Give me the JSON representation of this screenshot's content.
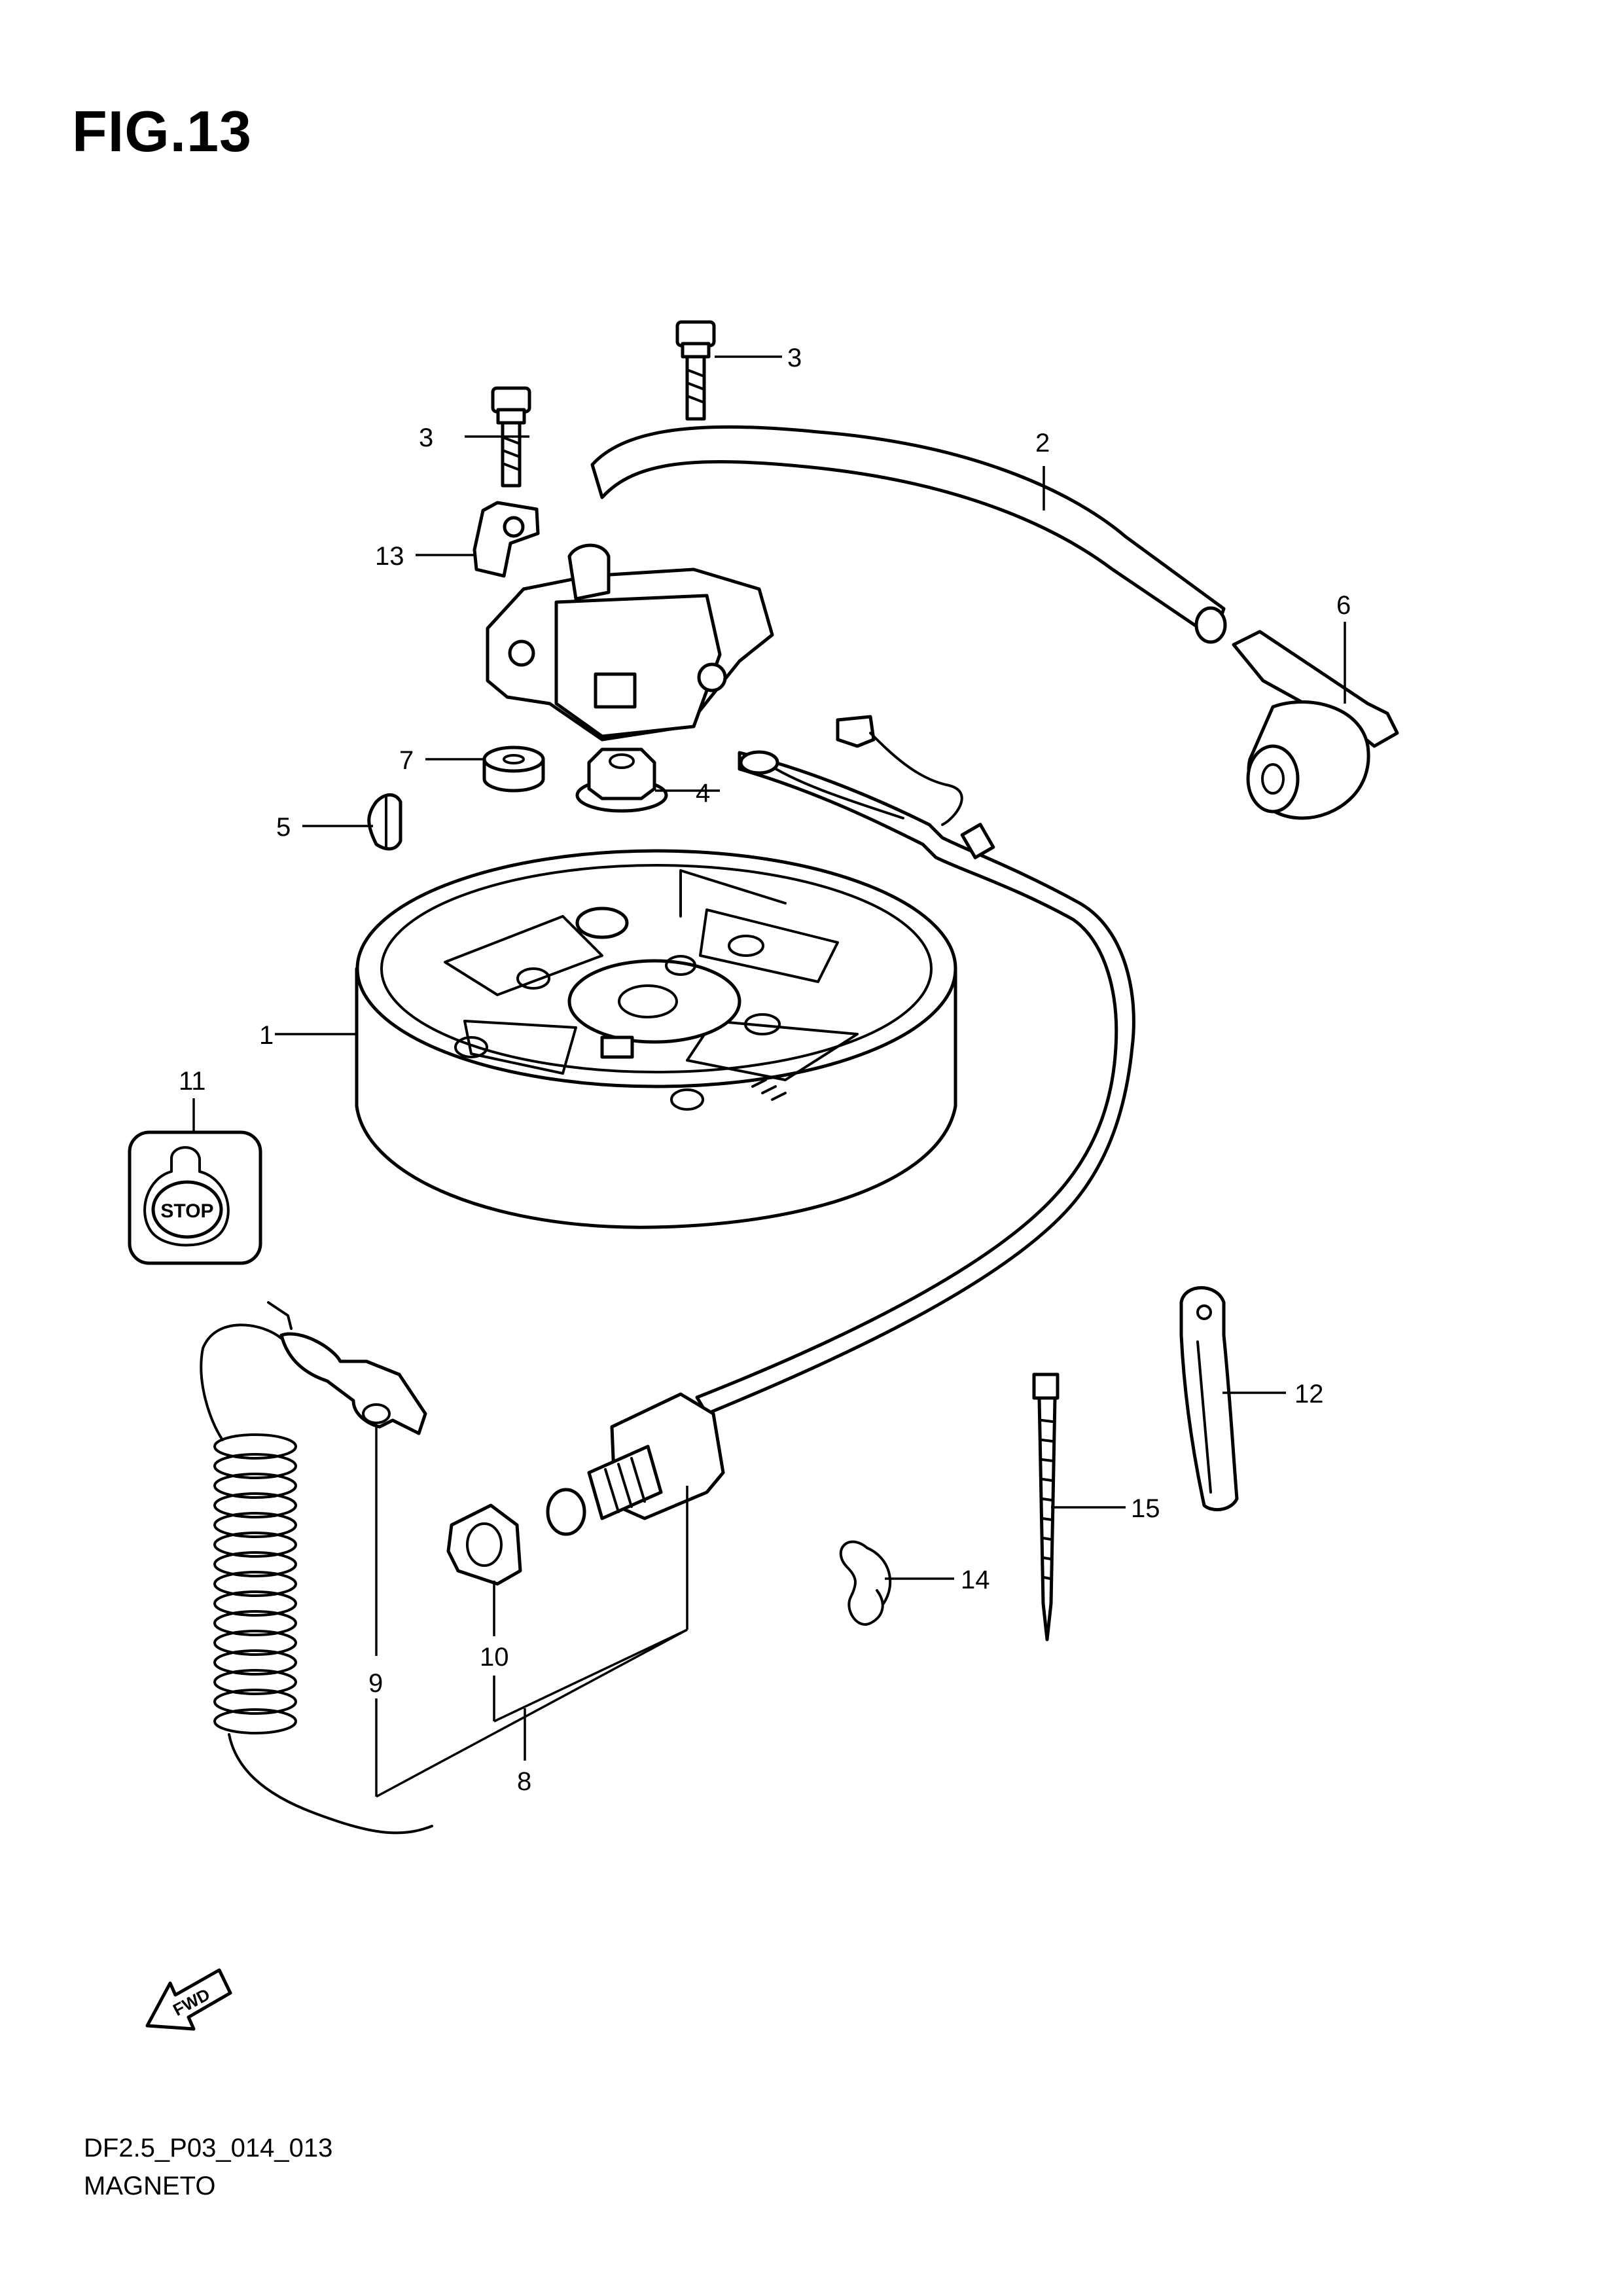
{
  "figure": {
    "title": "FIG.13"
  },
  "footer": {
    "code": "DF2.5_P03_014_013",
    "name": "MAGNETO"
  },
  "labels": {
    "stop": "STOP",
    "fwd": "FWD"
  },
  "callouts": [
    {
      "id": "c1",
      "text": "1"
    },
    {
      "id": "c2",
      "text": "2"
    },
    {
      "id": "c3a",
      "text": "3"
    },
    {
      "id": "c3b",
      "text": "3"
    },
    {
      "id": "c4",
      "text": "4"
    },
    {
      "id": "c5",
      "text": "5"
    },
    {
      "id": "c6",
      "text": "6"
    },
    {
      "id": "c7",
      "text": "7"
    },
    {
      "id": "c8",
      "text": "8"
    },
    {
      "id": "c9",
      "text": "9"
    },
    {
      "id": "c10",
      "text": "10"
    },
    {
      "id": "c11",
      "text": "11"
    },
    {
      "id": "c12",
      "text": "12"
    },
    {
      "id": "c13",
      "text": "13"
    },
    {
      "id": "c14",
      "text": "14"
    },
    {
      "id": "c15",
      "text": "15"
    }
  ]
}
